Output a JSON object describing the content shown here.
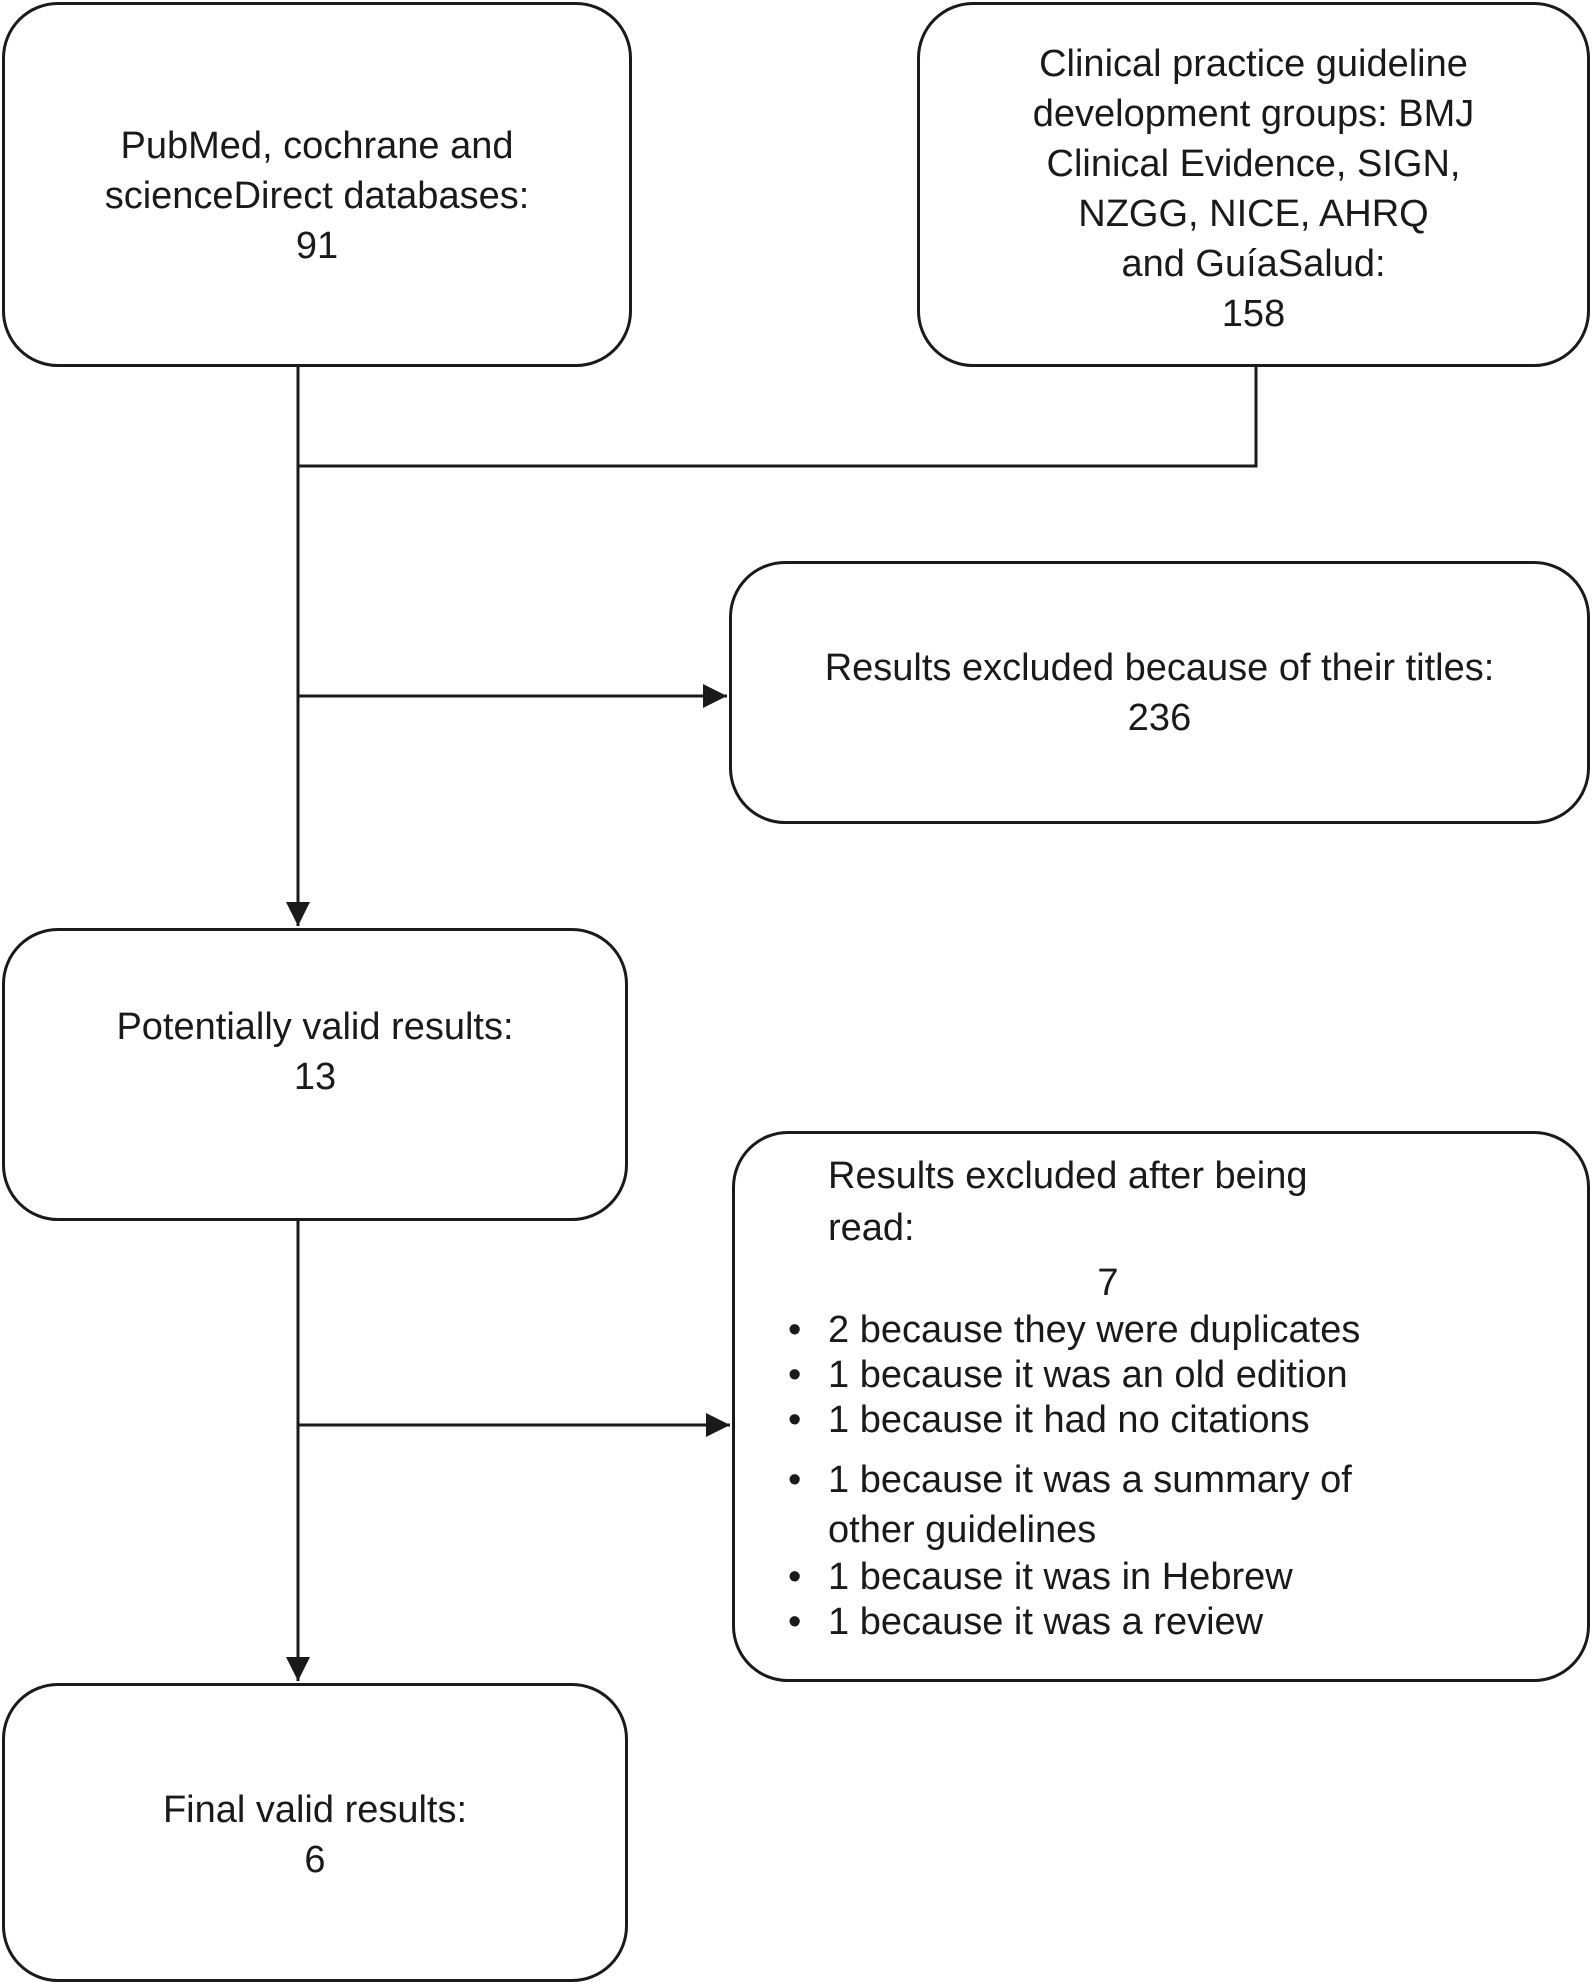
{
  "boxes": {
    "databases": {
      "lines": [
        "PubMed, cochrane and",
        "scienceDirect databases:",
        "91"
      ]
    },
    "guidelines": {
      "lines": [
        "Clinical practice guideline",
        "development groups: BMJ",
        "Clinical Evidence, SIGN,",
        "NZGG, NICE, AHRQ",
        "and GuíaSalud:",
        "158"
      ]
    },
    "title_excluded": {
      "lines": [
        "Results excluded because of their titles:",
        "236"
      ]
    },
    "potential": {
      "lines": [
        "Potentially valid results:",
        "13"
      ]
    },
    "read_excluded": {
      "heading": "Results excluded after being read:",
      "count": "7",
      "bullet_glyph": "•",
      "items": [
        "2 because they were duplicates",
        "1 because it was an old edition",
        "1 because it had no citations",
        "1 because it was a summary of other guidelines",
        "1 because it was in Hebrew",
        "1 because it was a review"
      ]
    },
    "final": {
      "lines": [
        "Final valid results:",
        "6"
      ]
    }
  },
  "colors": {
    "stroke": "#1a1a1a",
    "background": "#ffffff"
  }
}
